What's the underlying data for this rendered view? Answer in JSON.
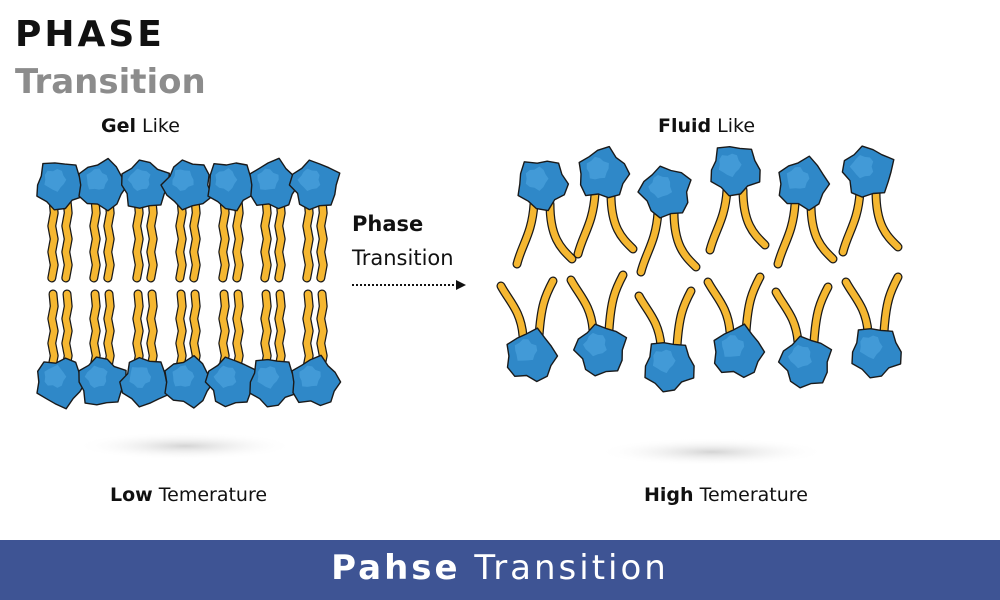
{
  "header": {
    "title_bold": "PHASE",
    "title_light": "Transition"
  },
  "gel": {
    "bold": "Gel",
    "rest": " Like"
  },
  "fluid": {
    "bold": "Fluid",
    "rest": " Like"
  },
  "arrow_label": {
    "line1": "Phase",
    "line2": "Transition"
  },
  "low": {
    "bold": "Low",
    "rest": " Temerature"
  },
  "high": {
    "bold": "High",
    "rest": " Temerature"
  },
  "footer": {
    "bold": "Pahse",
    "rest": " Transition"
  },
  "stock_id": "416532453",
  "colors": {
    "head": "#2f88c8",
    "head_light": "#4aa3dd",
    "tail": "#f5b731",
    "outline": "#1a1a1a",
    "footer": "#3e5494"
  }
}
